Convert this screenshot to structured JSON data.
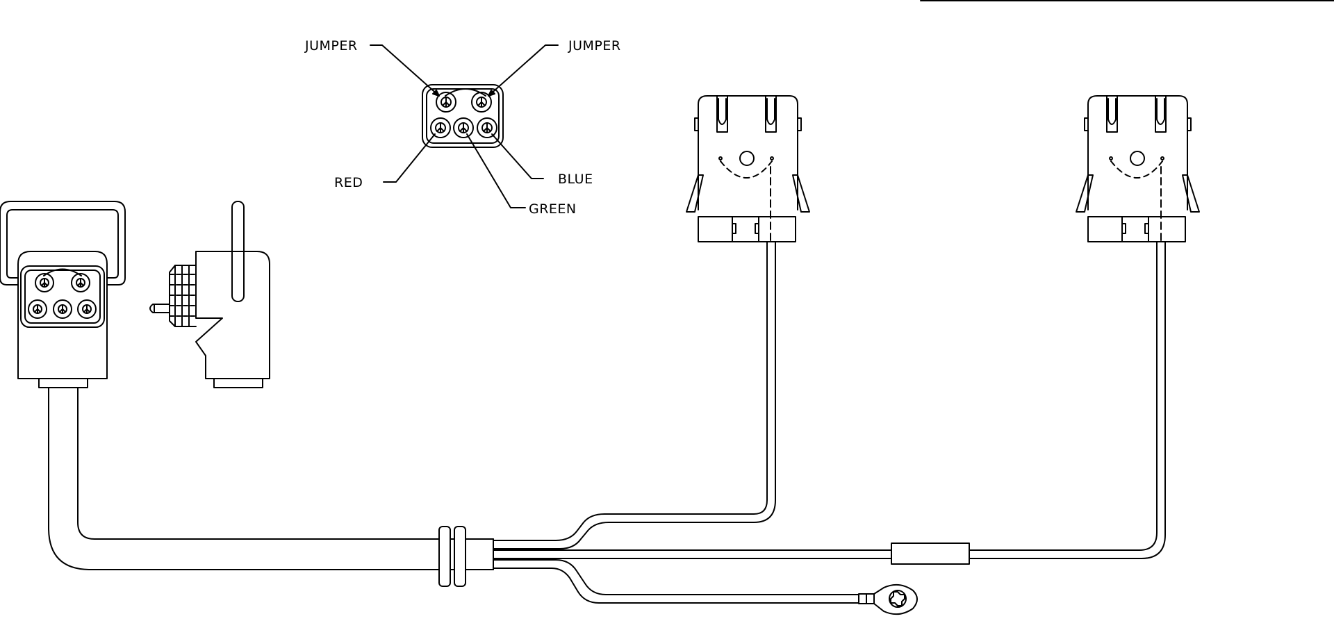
{
  "colors": {
    "line": "#000000",
    "background": "#ffffff"
  },
  "callouts": {
    "jumper_left": "JUMPER",
    "jumper_right": "JUMPER",
    "red": "RED",
    "green": "GREEN",
    "blue": "BLUE"
  },
  "icons": {
    "pin": "pin-icon",
    "ring_terminal": "ring-terminal-icon"
  }
}
